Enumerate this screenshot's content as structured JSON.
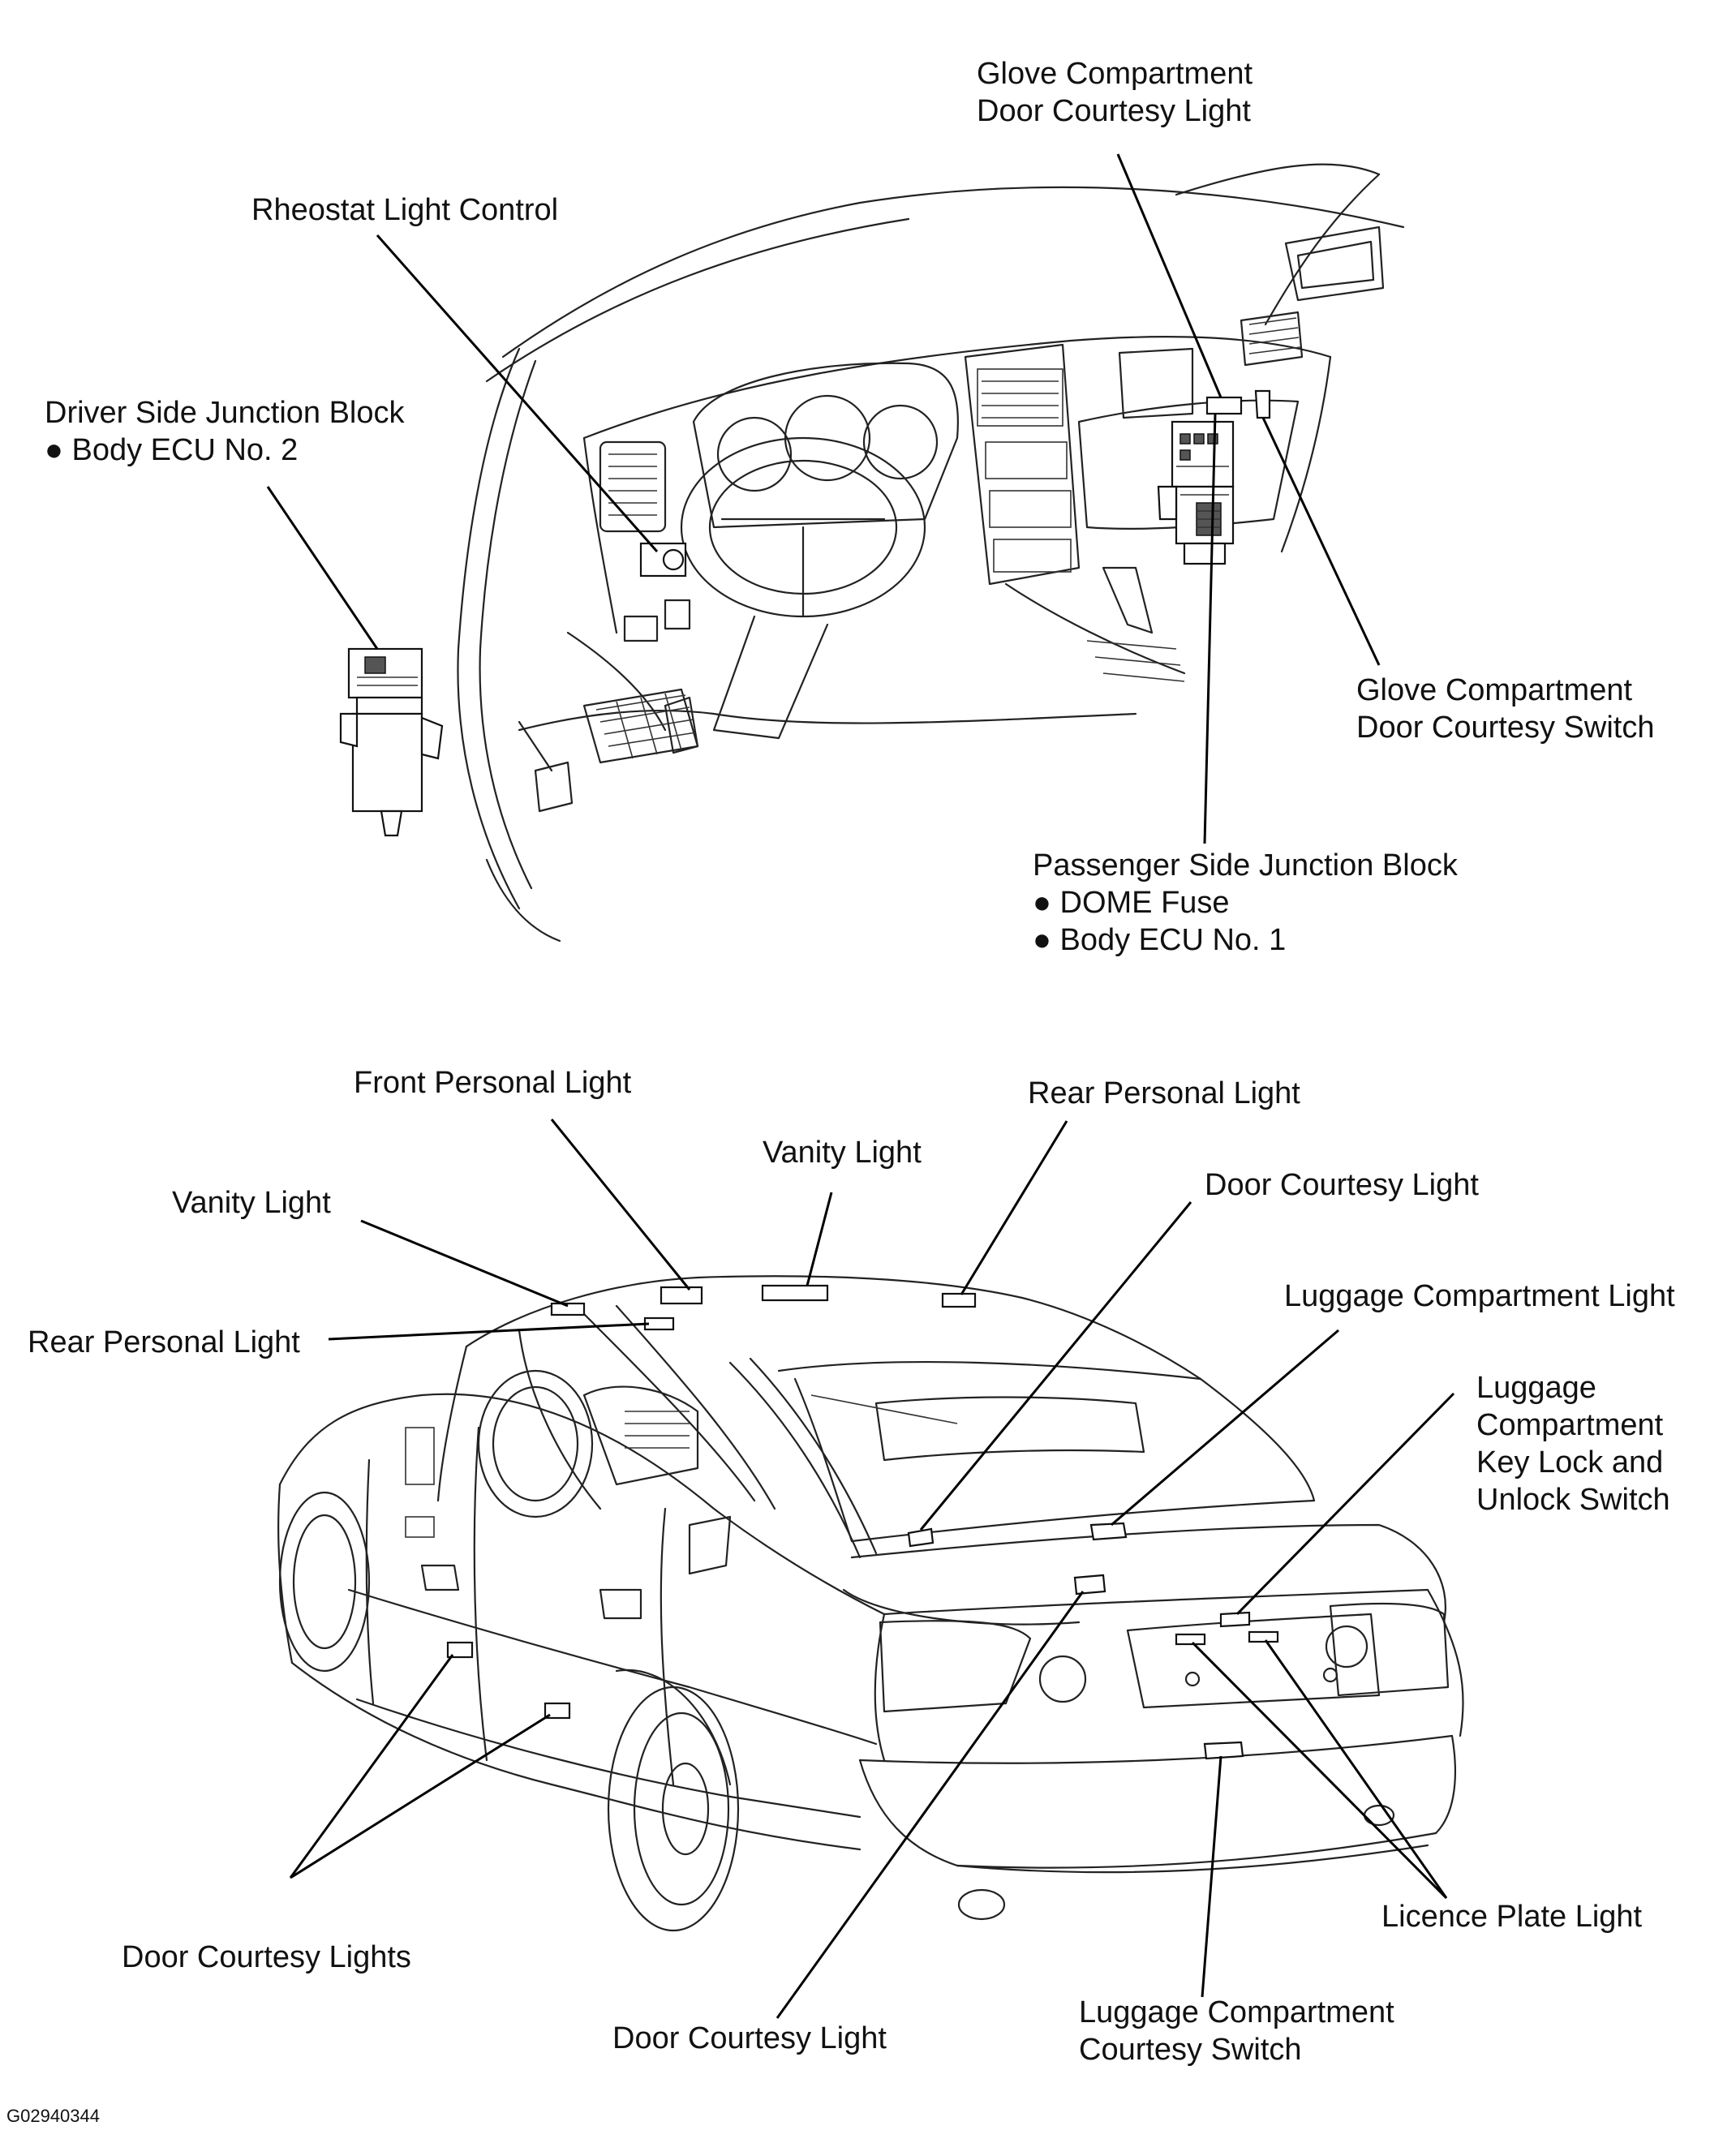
{
  "figure_code": "G02940344",
  "labels": {
    "glove_light": [
      "Glove Compartment",
      "Door Courtesy Light"
    ],
    "rheostat": [
      "Rheostat Light Control"
    ],
    "driver_jb": [
      "Driver Side Junction Block",
      "● Body ECU No. 2"
    ],
    "glove_switch": [
      "Glove Compartment",
      "Door Courtesy Switch"
    ],
    "passenger_jb": [
      "Passenger Side Junction Block",
      "● DOME Fuse",
      "● Body ECU No. 1"
    ],
    "front_personal": [
      "Front Personal Light"
    ],
    "rear_personal_top": [
      "Rear Personal Light"
    ],
    "vanity_center": [
      "Vanity Light"
    ],
    "vanity_left": [
      "Vanity Light"
    ],
    "door_courtesy_right": [
      "Door Courtesy Light"
    ],
    "rear_personal_left": [
      "Rear Personal Light"
    ],
    "luggage_light": [
      "Luggage Compartment Light"
    ],
    "luggage_key_switch": [
      "Luggage",
      "Compartment",
      "Key Lock and",
      "Unlock Switch"
    ],
    "licence_plate": [
      "Licence Plate Light"
    ],
    "door_courtesy_lights": [
      "Door Courtesy Lights"
    ],
    "door_courtesy_bottom": [
      "Door Courtesy Light"
    ],
    "luggage_courtesy_switch": [
      "Luggage Compartment",
      "Courtesy Switch"
    ]
  }
}
